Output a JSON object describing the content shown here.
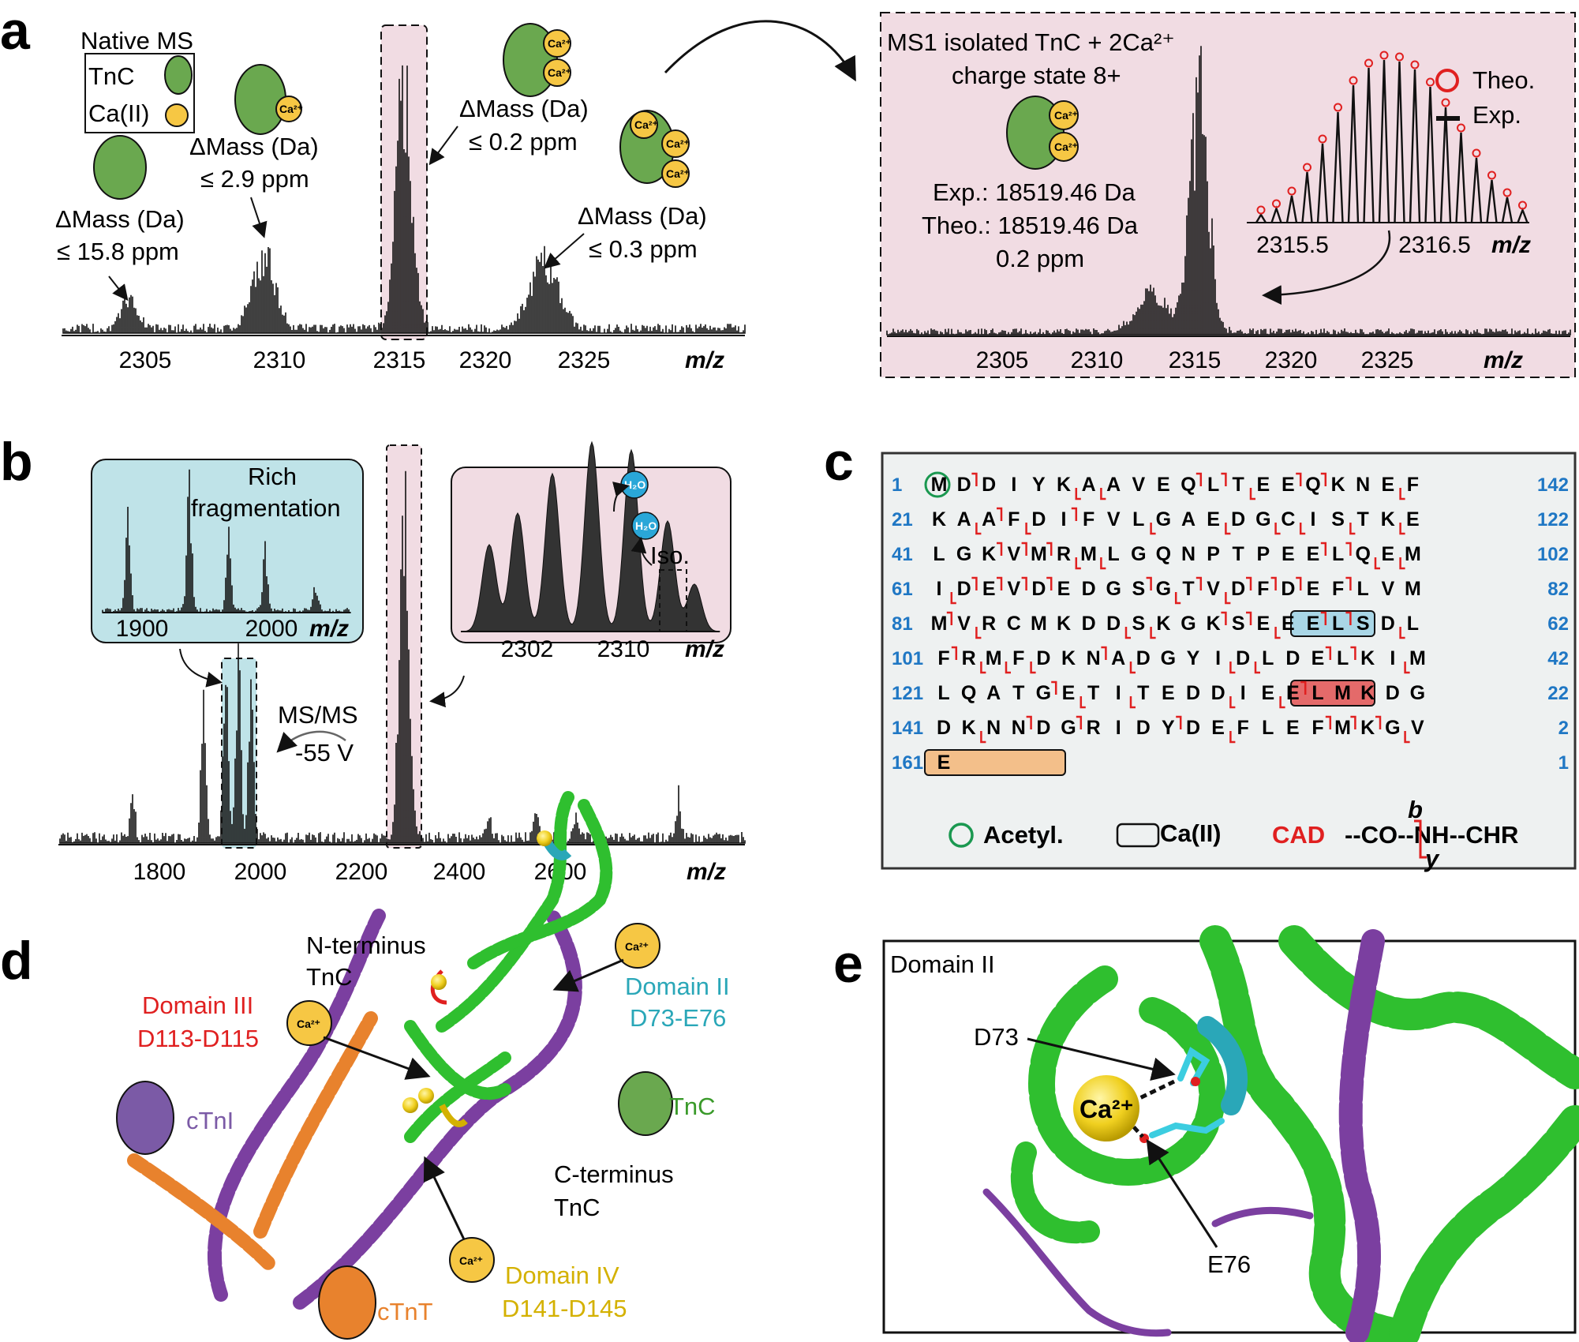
{
  "panels": {
    "a": {
      "letter": "a",
      "native_ms": "Native MS",
      "legend_tnc": "TnC",
      "legend_ca": "Ca(II)",
      "ca_label": "Ca²⁺",
      "peaks": [
        {
          "dmass": "ΔMass (Da)",
          "ppm": "≤ 15.8 ppm"
        },
        {
          "dmass": "ΔMass (Da)",
          "ppm": "≤ 2.9 ppm"
        },
        {
          "dmass": "ΔMass (Da)",
          "ppm": "≤ 0.2 ppm"
        },
        {
          "dmass": "ΔMass (Da)",
          "ppm": "≤ 0.3 ppm"
        }
      ],
      "xticks": [
        "2305",
        "2310",
        "2315",
        "2320",
        "2325"
      ],
      "xlabel": "m/z",
      "inset": {
        "title1": "MS1 isolated TnC + 2Ca²⁺",
        "title2": "charge state 8+",
        "exp": "Exp.: 18519.46 Da",
        "theo": "Theo.: 18519.46 Da",
        "ppm": "0.2 ppm",
        "legend_theo": "Theo.",
        "legend_exp": "Exp.",
        "zoom_ticks": [
          "2315.5",
          "2316.5"
        ],
        "zoom_xlabel": "m/z",
        "xticks": [
          "2305",
          "2310",
          "2315",
          "2320",
          "2325"
        ],
        "xlabel": "m/z"
      }
    },
    "b": {
      "letter": "b",
      "rich1": "Rich",
      "rich2": "fragmentation",
      "inset1_ticks": [
        "1900",
        "2000"
      ],
      "inset1_xlabel": "m/z",
      "msms": "MS/MS",
      "voltage": "-55 V",
      "water1": "H₂O",
      "water2": "H₂O",
      "iso": "Iso.",
      "inset2_ticks": [
        "2302",
        "2310"
      ],
      "inset2_xlabel": "m/z",
      "xticks": [
        "1800",
        "2000",
        "2200",
        "2400",
        "2600"
      ],
      "xlabel": "m/z"
    },
    "c": {
      "letter": "c",
      "rows": [
        {
          "left": "1",
          "right": "142",
          "seq": "MDDIYKAAVEQLTEEQKNEF"
        },
        {
          "left": "21",
          "right": "122",
          "seq": "KAAFDIFVLGAEDGCISTKE"
        },
        {
          "left": "41",
          "right": "102",
          "seq": "LGKVMRMLGQNPTPEELQEM"
        },
        {
          "left": "61",
          "right": "82",
          "seq": "IDEVDEDGSGTVDFDEFLVM"
        },
        {
          "left": "81",
          "right": "62",
          "seq": "MVRCMKDDSKGKSEEELSDL"
        },
        {
          "left": "101",
          "right": "42",
          "seq": "FRMFDKNADGYIDLDELKIM"
        },
        {
          "left": "121",
          "right": "22",
          "seq": "LQATGETITEDDIEELMKDG"
        },
        {
          "left": "141",
          "right": "2",
          "seq": "DKNNDGRIDYDEFLEFMKGV"
        },
        {
          "left": "161",
          "right": "1",
          "seq": "E"
        }
      ],
      "legend_acetyl": "Acetyl.",
      "legend_ca": "Ca(II)",
      "legend_cad": "CAD",
      "legend_bond": "--CO--NH--CHR",
      "legend_b": "b",
      "legend_y": "y"
    },
    "d": {
      "letter": "d",
      "nterm1": "N-terminus",
      "nterm2": "TnC",
      "cterm1": "C-terminus",
      "cterm2": "TnC",
      "dom3_1": "Domain III",
      "dom3_2": "D113-D115",
      "dom2_1": "Domain II",
      "dom2_2": "D73-E76",
      "dom4_1": "Domain IV",
      "dom4_2": "D141-D145",
      "ctni": "cTnI",
      "ctnt": "cTnT",
      "tnc": "TnC",
      "ca_label": "Ca²⁺"
    },
    "e": {
      "letter": "e",
      "title": "Domain II",
      "d73": "D73",
      "e76": "E76",
      "ca": "Ca²⁺"
    }
  },
  "colors": {
    "tnc_green": "#6aa84f",
    "ca_yellow": "#f6c744",
    "pink_bg": "#f1dce3",
    "cyan_bg": "#bfe3e8",
    "ctni_purple": "#7b5aa6",
    "ctnt_orange": "#e8822d",
    "cad_red": "#e02020",
    "num_blue": "#1f77c4",
    "dom3_red": "#e02020",
    "dom2_cyan": "#2aa7b8",
    "dom4_yellow": "#d4b100"
  }
}
